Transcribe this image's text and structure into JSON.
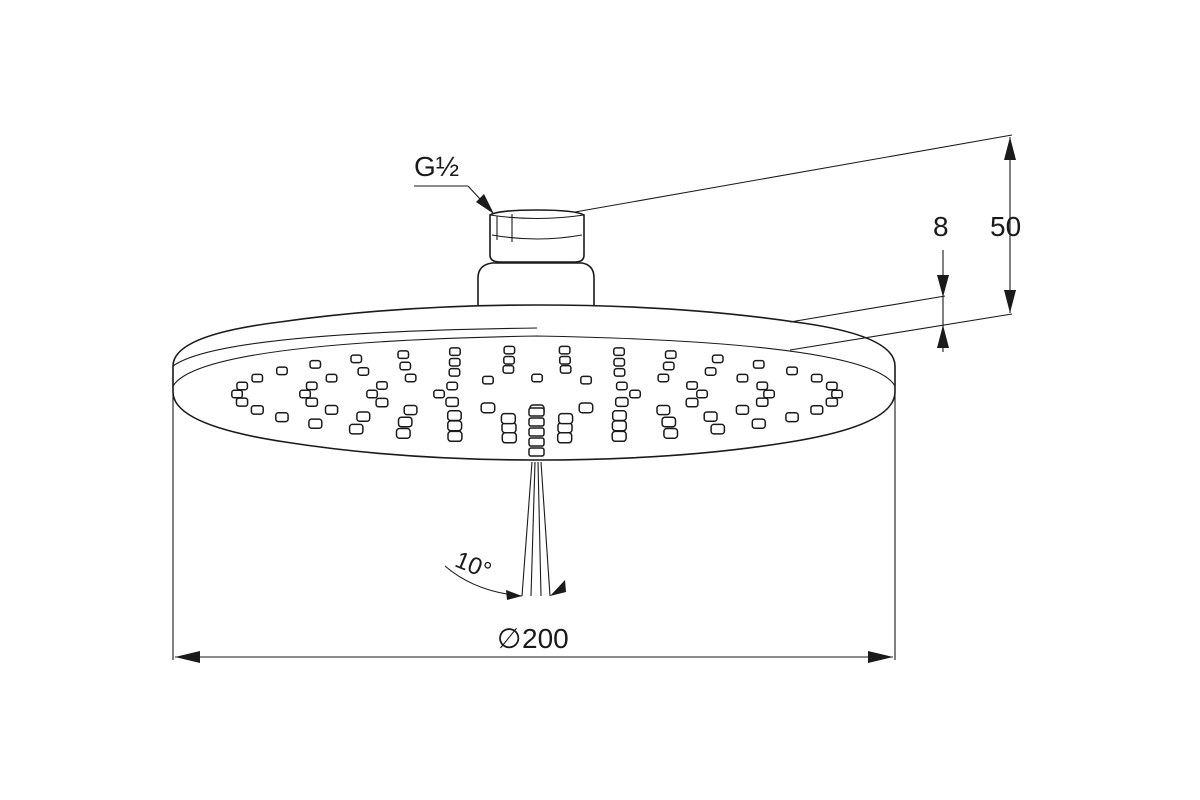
{
  "labels": {
    "thread": "G½",
    "dim_height_total": "50",
    "dim_height_plate": "8",
    "spray_angle": "10°",
    "diameter_symbol": "∅",
    "diameter_value": "200"
  },
  "colors": {
    "stroke": "#1a1a1a",
    "background": "#ffffff"
  }
}
